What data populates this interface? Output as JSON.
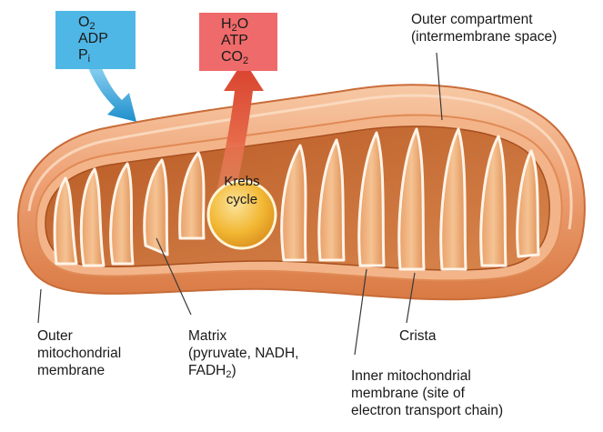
{
  "inputs_box": {
    "color": "#4fb7e6",
    "line1_main": "O",
    "line1_sub": "2",
    "line2": "ADP",
    "line3_main": "P",
    "line3_sub": "i"
  },
  "outputs_box": {
    "color": "#ef6a6a",
    "line1_a": "H",
    "line1_sub": "2",
    "line1_b": "O",
    "line2": "ATP",
    "line3_main": "CO",
    "line3_sub": "2"
  },
  "krebs": {
    "line1": "Krebs",
    "line2": "cycle"
  },
  "labels": {
    "outer_compartment_1": "Outer compartment",
    "outer_compartment_2": "(intermembrane space)",
    "outer_membrane_1": "Outer",
    "outer_membrane_2": "mitochondrial",
    "outer_membrane_3": "membrane",
    "matrix_1": "Matrix",
    "matrix_2": "(pyruvate, NADH,",
    "matrix_3_main": "FADH",
    "matrix_3_sub": "2",
    "matrix_3_end": ")",
    "crista": "Crista",
    "inner_membrane_1": "Inner mitochondrial",
    "inner_membrane_2": "membrane (site of",
    "inner_membrane_3": "electron transport chain)"
  },
  "colors": {
    "outer_shell": "#e48d58",
    "outer_shell_light": "#f6c29e",
    "inner_membrane": "#d87a45",
    "matrix": "#c9682f",
    "krebs_fill": "#f2b733",
    "arrow_blue": "#2f9fd6",
    "arrow_red": "#e0523a"
  }
}
